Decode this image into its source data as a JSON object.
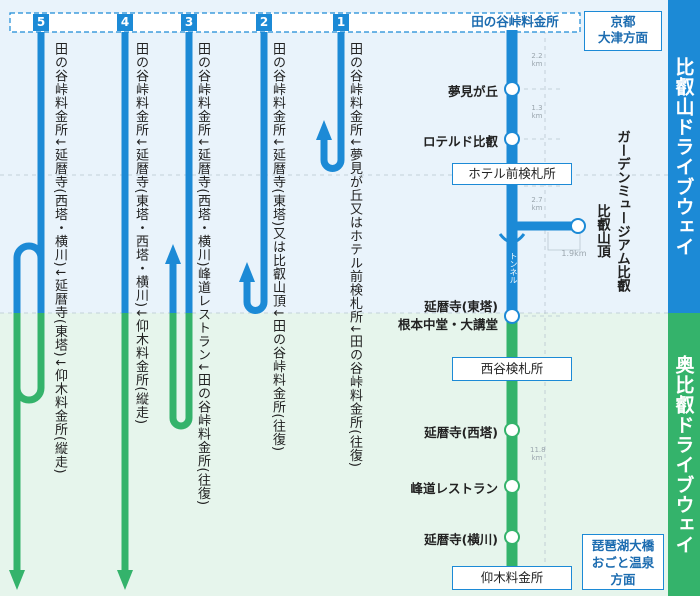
{
  "side_labels": {
    "top": "比叡山ドライブウェイ",
    "bottom": "奥比叡ドライブウェイ"
  },
  "top_gate": "田の谷峠料金所",
  "directions": {
    "top": [
      "京都",
      "大津方面"
    ],
    "bottom": [
      "琵琶湖大橋",
      "おごと温泉",
      "方面"
    ]
  },
  "routes": [
    {
      "num": "5",
      "text": "田の谷峠料金所↓延暦寺(西塔・横川)↓延暦寺(東塔)↓仰木料金所(縦走)"
    },
    {
      "num": "4",
      "text": "田の谷峠料金所↓延暦寺(東塔・西塔・横川)↓仰木料金所(縦走)"
    },
    {
      "num": "3",
      "text": "田の谷峠料金所↓延暦寺(西塔・横川)峰道レストラン↓田の谷峠料金所(往復)"
    },
    {
      "num": "2",
      "text": "田の谷峠料金所↓延暦寺(東塔)又は比叡山頂↓田の谷峠料金所(往復)"
    },
    {
      "num": "1",
      "text": "田の谷峠料金所↓夢見が丘又はホテル前検札所↓田の谷峠料金所(往復)"
    }
  ],
  "stops": {
    "yumemi": "夢見が丘",
    "roterudo": "ロテルド比叡",
    "hotel_gate": "ホテル前検札所",
    "todo_1": "延暦寺(東塔)",
    "todo_2": "根本中堂・大講堂",
    "saidani_gate": "西谷検札所",
    "saito": "延暦寺(西塔)",
    "minedo": "峰道レストラン",
    "yokawa": "延暦寺(横川)",
    "ogi_gate": "仰木料金所"
  },
  "garden": [
    "ガーデンミュージアム比叡",
    "比叡山頂"
  ],
  "tunnel": "トンネル",
  "distances": {
    "d1": "2.2 km",
    "d2": "1.3 km",
    "d3": "2.7 km",
    "d4": "1.9km",
    "d5": "11.8 km"
  },
  "colors": {
    "blue": "#1c8ad6",
    "green": "#34b36b",
    "bg_top": "#e9f3fb",
    "bg_bottom": "#e6f5ec"
  }
}
